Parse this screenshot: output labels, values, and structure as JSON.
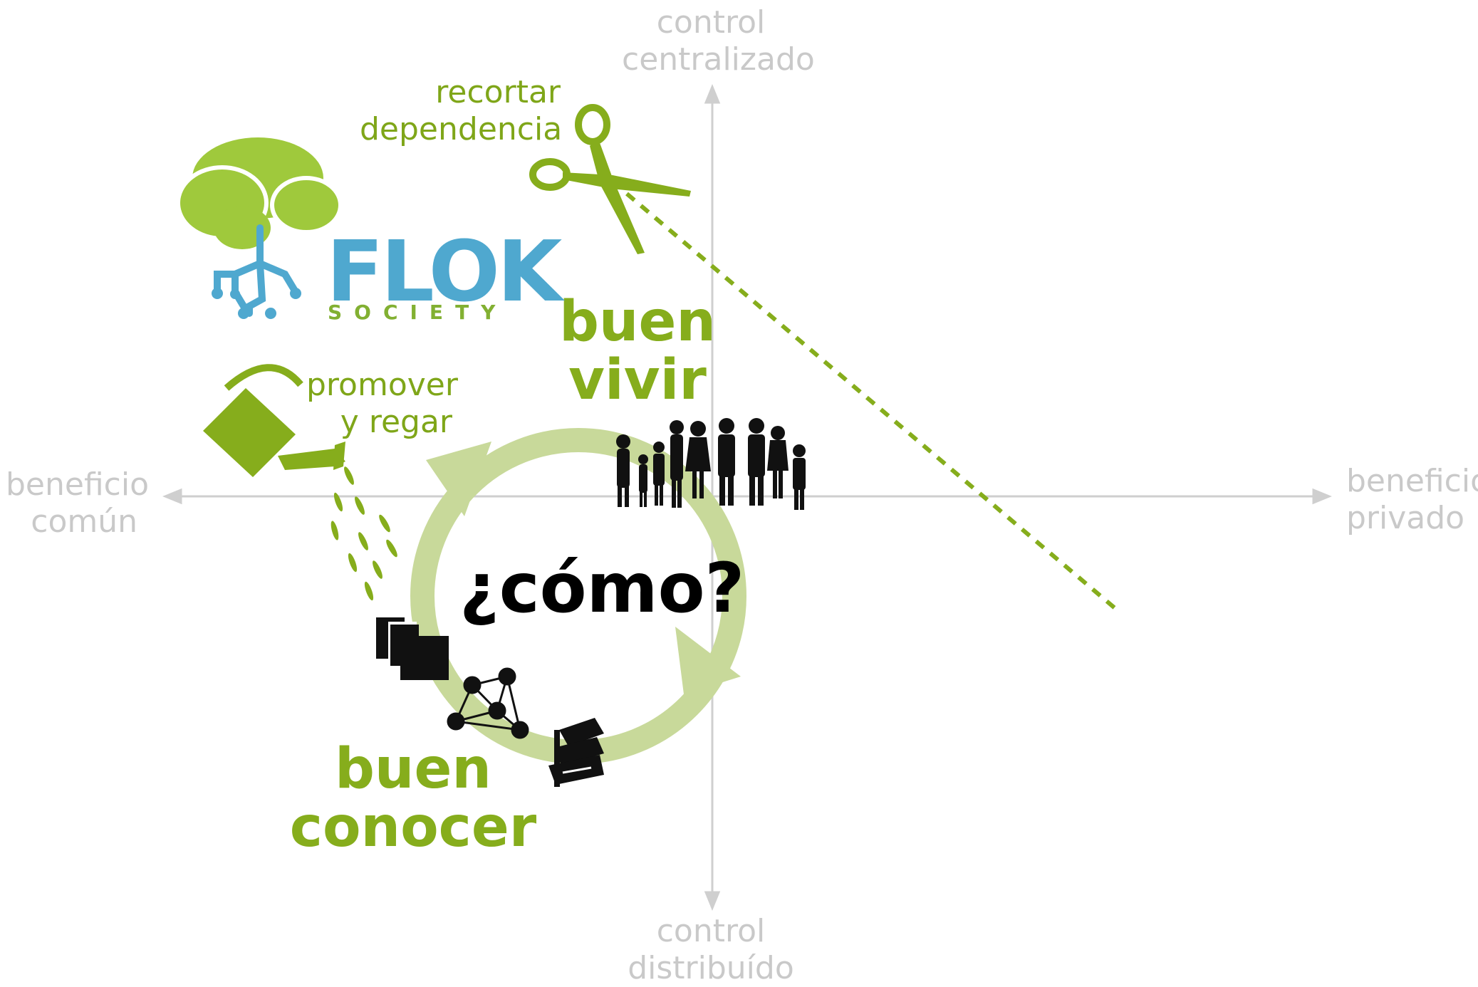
{
  "axes": {
    "top": [
      "control",
      "centralizado"
    ],
    "bottom": [
      "control",
      "distribuído"
    ],
    "left": [
      "beneficio",
      "común"
    ],
    "right": [
      "beneficio",
      "privado"
    ]
  },
  "actions": {
    "cut": [
      "recortar",
      "dependencia"
    ],
    "water": [
      "promover",
      "y regar"
    ]
  },
  "concepts": {
    "buen_vivir": [
      "buen",
      "vivir"
    ],
    "buen_conocer": [
      "buen",
      "conocer"
    ]
  },
  "logo": {
    "name": "FLOK",
    "tagline": "SOCIETY"
  },
  "center_question": "¿cómo?",
  "colors": {
    "green": "#86ad1c",
    "light_green": "#c8d99a",
    "logo_green": "#9fc93c",
    "logo_blue": "#4fa8cf",
    "axis_gray": "#c9c9c9"
  },
  "icons": [
    "scissors-icon",
    "watering-can-icon",
    "tree-logo-icon",
    "people-silhouettes-icon",
    "network-graph-icon",
    "book-stack-icon",
    "document-stack-icon",
    "cycle-arrows-icon"
  ]
}
